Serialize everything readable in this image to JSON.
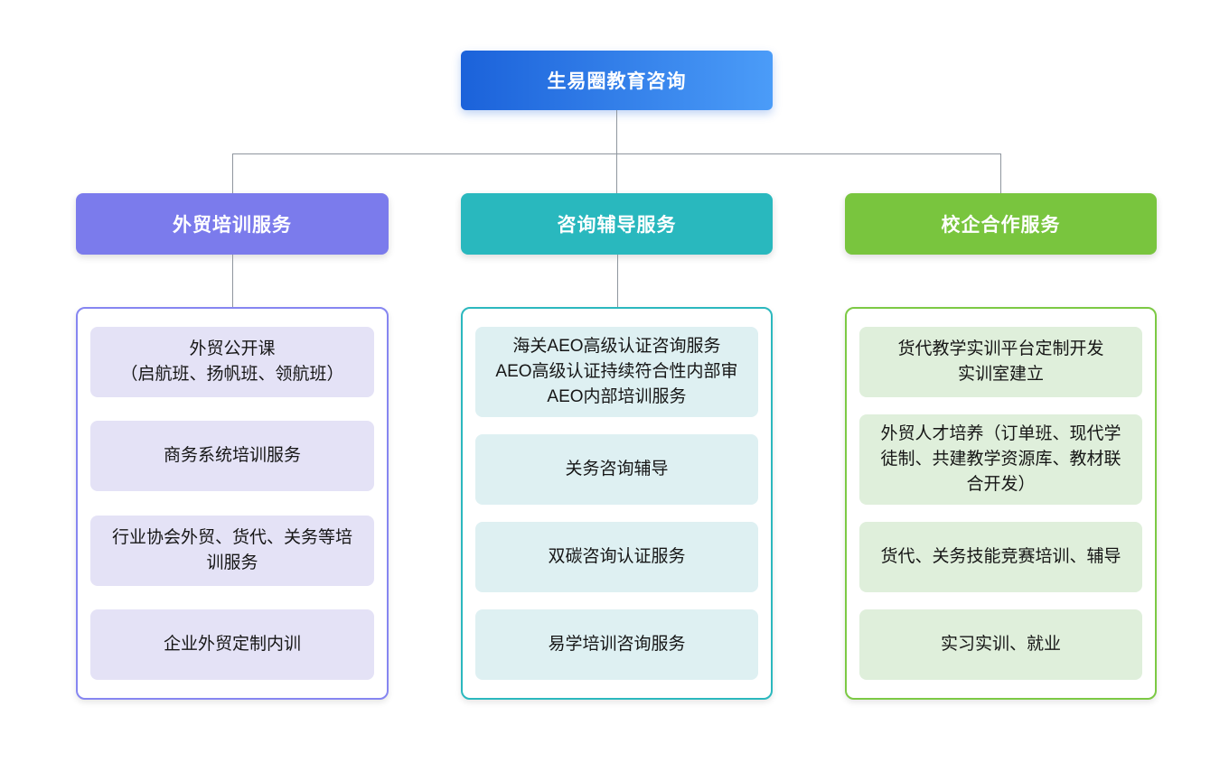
{
  "root": {
    "title": "生易圈教育咨询"
  },
  "colors": {
    "root_gradient_start": "#1b62da",
    "root_gradient_end": "#4b9cf8",
    "connector": "#8f969e"
  },
  "columns": [
    {
      "header": "外贸培训服务",
      "accent": "#7b7bec",
      "border": "#8686f1",
      "item_bg": "#e4e2f6",
      "header_to_group_connector": true,
      "items": [
        [
          "外贸公开课",
          "（启航班、扬帆班、领航班）"
        ],
        [
          "商务系统培训服务"
        ],
        [
          "行业协会外贸、货代、关务等培",
          "训服务"
        ],
        [
          "企业外贸定制内训"
        ]
      ]
    },
    {
      "header": "咨询辅导服务",
      "accent": "#29b8be",
      "border": "#2bb8be",
      "item_bg": "#def0f2",
      "header_to_group_connector": true,
      "items": [
        [
          "海关AEO高级认证咨询服务",
          "AEO高级认证持续符合性内部审",
          "AEO内部培训服务"
        ],
        [
          "关务咨询辅导"
        ],
        [
          "双碳咨询认证服务"
        ],
        [
          "易学培训咨询服务"
        ]
      ]
    },
    {
      "header": "校企合作服务",
      "accent": "#79c53e",
      "border": "#7cc944",
      "item_bg": "#dfefdb",
      "header_to_group_connector": false,
      "items": [
        [
          "货代教学实训平台定制开发",
          "实训室建立"
        ],
        [
          "外贸人才培养（订单班、现代学",
          "徒制、共建教学资源库、教材联",
          "合开发）"
        ],
        [
          "货代、关务技能竞赛培训、辅导"
        ],
        [
          "实习实训、就业"
        ]
      ]
    }
  ]
}
